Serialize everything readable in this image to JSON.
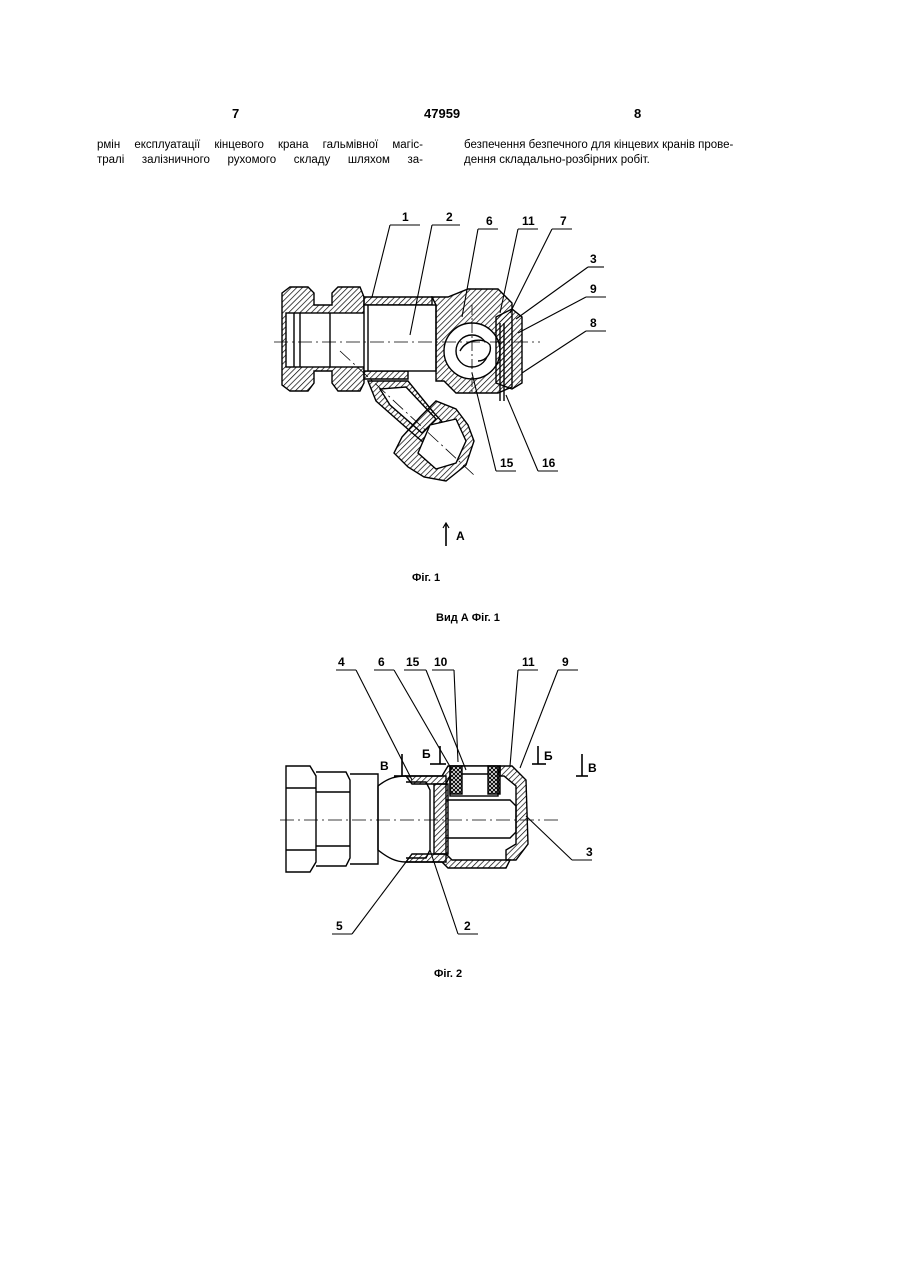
{
  "header": {
    "page_left": "7",
    "doc_number": "47959",
    "page_right": "8"
  },
  "text": {
    "left_lines": [
      "рмін експлуатації кінцевого крана гальмівної магіс-",
      "тралі залізничного рухомого складу шляхом за-"
    ],
    "right_lines": [
      "безпечення безпечного для кінцевих кранів прове-",
      "дення складально-розбірних робіт."
    ]
  },
  "figure1": {
    "callouts": [
      "1",
      "2",
      "6",
      "11",
      "7",
      "3",
      "9",
      "8",
      "15",
      "16"
    ],
    "view_arrow_label": "A",
    "caption": "Фіг. 1"
  },
  "view_caption": "Вид А Фіг. 1",
  "figure2": {
    "callouts": [
      "4",
      "6",
      "15",
      "10",
      "11",
      "9",
      "3",
      "5",
      "2"
    ],
    "section_labels": [
      "Б",
      "Б",
      "В",
      "В"
    ],
    "caption": "Фіг. 2"
  }
}
